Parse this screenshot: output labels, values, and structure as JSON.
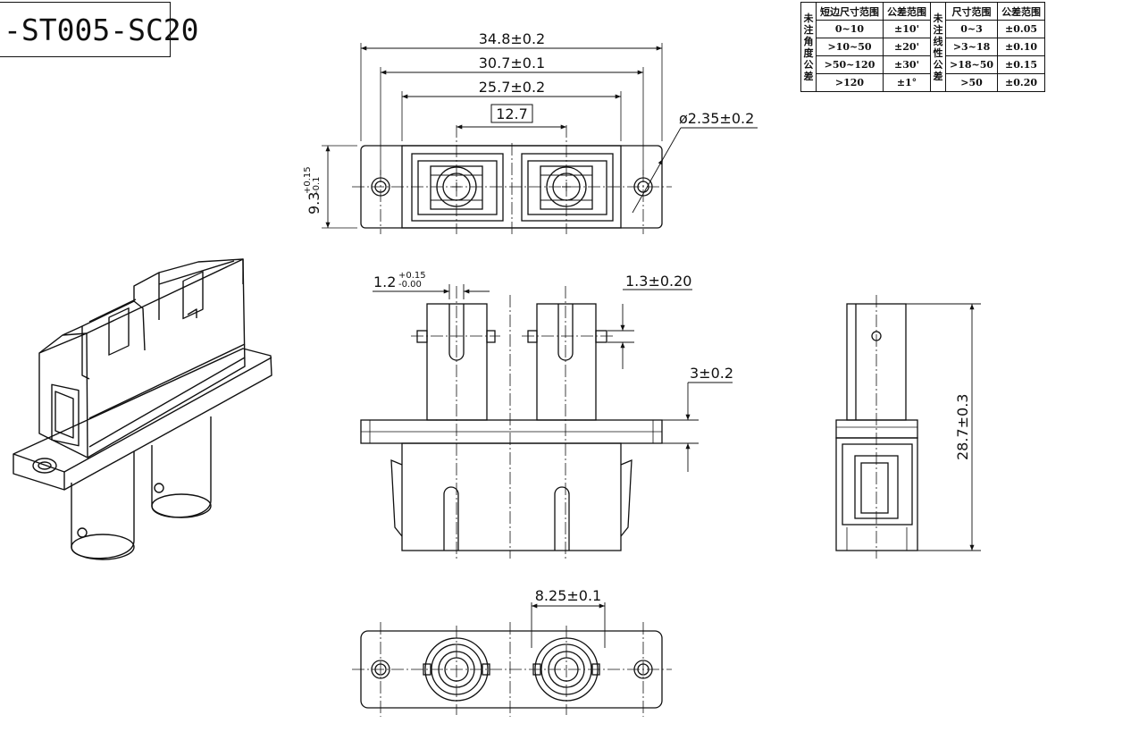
{
  "title": "-ST005-SC20",
  "tolerance_table": {
    "left_title_chars": [
      "未",
      "注",
      "角",
      "度",
      "公",
      "差"
    ],
    "right_title_chars": [
      "未",
      "注",
      "线",
      "性",
      "公",
      "差"
    ],
    "headers": [
      "短边尺寸范围",
      "公差范围",
      "尺寸范围",
      "公差范围"
    ],
    "rows": [
      {
        "a_range": "0~10",
        "a_tol": "±10'",
        "l_range": "0~3",
        "l_tol": "±0.05"
      },
      {
        "a_range": ">10~50",
        "a_tol": "±20'",
        "l_range": ">3~18",
        "l_tol": "±0.10"
      },
      {
        "a_range": ">50~120",
        "a_tol": "±30'",
        "l_range": ">18~50",
        "l_tol": "±0.15"
      },
      {
        "a_range": ">120",
        "a_tol": "±1°",
        "l_range": ">50",
        "l_tol": "±0.20"
      }
    ]
  },
  "dimensions": {
    "overall_width": "34.8±0.2",
    "hole_spacing": "30.7±0.1",
    "body_width": "25.7±0.2",
    "port_pitch": "12.7",
    "hole_diameter": "ø2.35±0.2",
    "flange_height_base": "9.3",
    "flange_height_tol_plus": "+0.15",
    "flange_height_tol_minus": "-0.1",
    "slot_width_base": "1.2",
    "slot_width_tol_plus": "+0.15",
    "slot_width_tol_minus": "-0.00",
    "pin_size": "1.3±0.20",
    "flange_thickness": "3±0.2",
    "overall_length": "28.7±0.3",
    "bottom_pitch": "8.25±0.1"
  },
  "colors": {
    "line": "#111111",
    "background": "#ffffff"
  }
}
